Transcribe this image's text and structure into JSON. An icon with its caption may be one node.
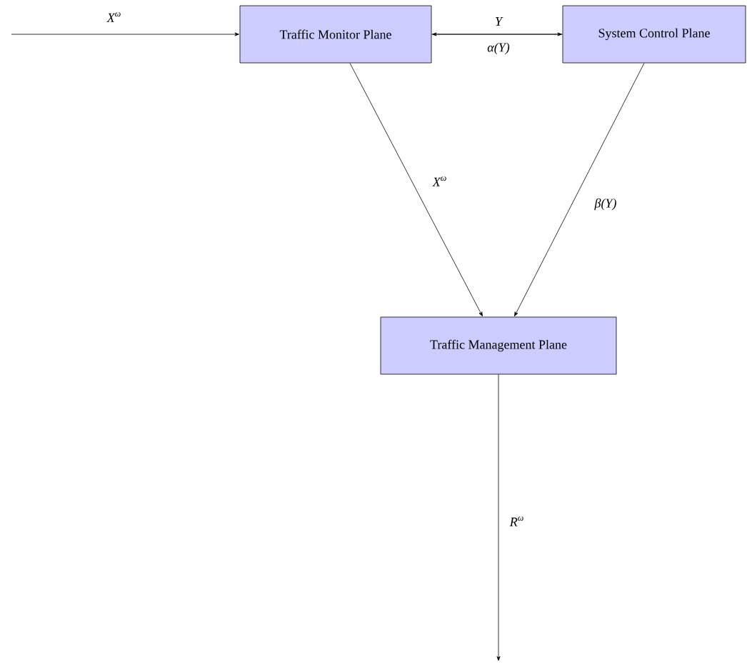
{
  "diagram": {
    "nodes": [
      {
        "text": [
          "Traffic Monitor Plane"
        ]
      },
      {
        "text": [
          "System Control Plane"
        ]
      },
      {
        "text": [
          "Traffic Management Plane"
        ]
      }
    ],
    "edges": [
      {
        "from": null,
        "to": 0,
        "arrow": "to",
        "label": "X$^{ω}$"
      },
      {
        "from": 0,
        "to": 1,
        "arrow": "to",
        "label": "Y"
      },
      {
        "from": 1,
        "to": 0,
        "arrow": "to",
        "label": "α(Y)"
      },
      {
        "from": 0,
        "to": 2,
        "arrow": "to",
        "label": "X$^{ω}$"
      },
      {
        "from": 1,
        "to": 2,
        "arrow": "to",
        "label": "β(Y)"
      },
      {
        "from": 2,
        "to": null,
        "arrow": "to",
        "label": "R$^{ω}$"
      }
    ]
  }
}
